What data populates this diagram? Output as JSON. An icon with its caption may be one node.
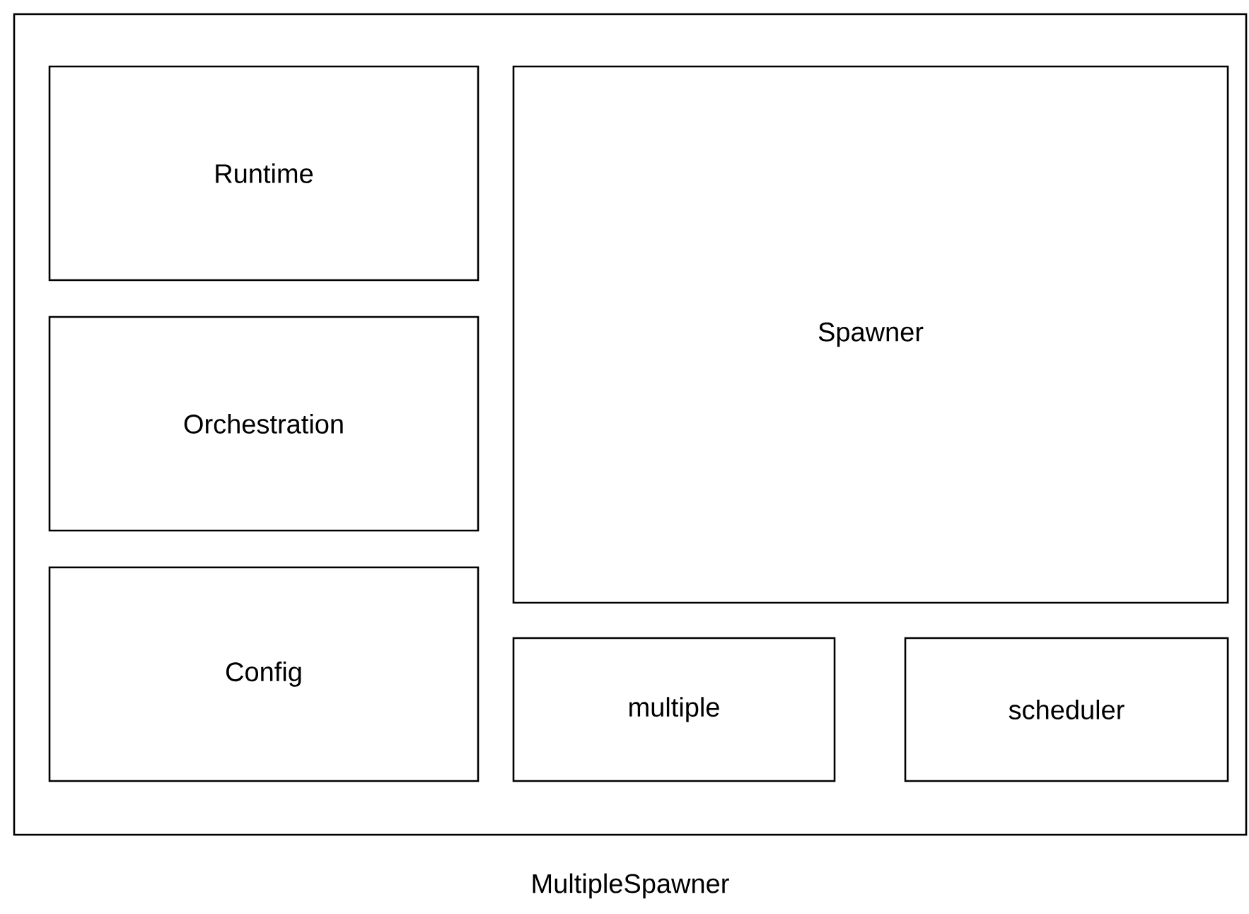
{
  "diagram": {
    "nodes": [
      {
        "text": [
          "MultipleSpawner"
        ]
      },
      {
        "text": [
          "Runtime"
        ],
        "in": 0
      },
      {
        "text": [
          "Orchestration"
        ],
        "in": 0
      },
      {
        "text": [
          "Config"
        ],
        "in": 0
      },
      {
        "text": [
          "Spawner"
        ],
        "in": 0
      },
      {
        "text": [
          "multiple"
        ],
        "in": 0
      },
      {
        "text": [
          "scheduler"
        ],
        "in": 0
      }
    ]
  }
}
